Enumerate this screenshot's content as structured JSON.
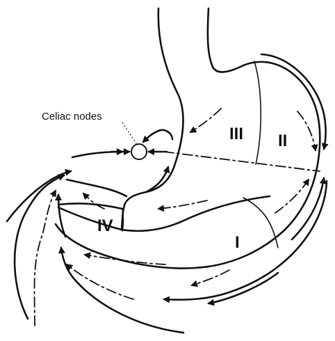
{
  "diagram": {
    "callout": "Celiac nodes",
    "zones": {
      "zone_1": "I",
      "zone_2": "II",
      "zone_3": "III",
      "zone_4": "IV"
    }
  },
  "colors": {
    "ink": "#111111",
    "background": "#ffffff"
  }
}
